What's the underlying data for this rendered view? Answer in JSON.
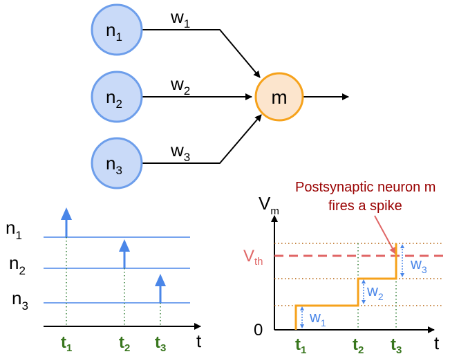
{
  "network": {
    "inputs": [
      {
        "base": "n",
        "sub": "1"
      },
      {
        "base": "n",
        "sub": "2"
      },
      {
        "base": "n",
        "sub": "3"
      }
    ],
    "weights": [
      {
        "base": "w",
        "sub": "1"
      },
      {
        "base": "w",
        "sub": "2"
      },
      {
        "base": "w",
        "sub": "3"
      }
    ],
    "output": "m"
  },
  "spikes": {
    "rows": [
      {
        "base": "n",
        "sub": "1"
      },
      {
        "base": "n",
        "sub": "2"
      },
      {
        "base": "n",
        "sub": "3"
      }
    ],
    "times": [
      {
        "base": "t",
        "sub": "1"
      },
      {
        "base": "t",
        "sub": "2"
      },
      {
        "base": "t",
        "sub": "3"
      }
    ],
    "x_axis": "t"
  },
  "potential": {
    "y_axis": {
      "base": "V",
      "sub": "m"
    },
    "threshold": {
      "base": "V",
      "sub": "th"
    },
    "origin": "0",
    "x_axis": "t",
    "times": [
      {
        "base": "t",
        "sub": "1"
      },
      {
        "base": "t",
        "sub": "2"
      },
      {
        "base": "t",
        "sub": "3"
      }
    ],
    "increments": [
      {
        "base": "w",
        "sub": "1"
      },
      {
        "base": "w",
        "sub": "2"
      },
      {
        "base": "w",
        "sub": "3"
      }
    ],
    "annotation": [
      "Postsynaptic neuron m",
      "fires a spike"
    ]
  },
  "colors": {
    "input_fill": "#c9daf8",
    "input_stroke": "#6d9eeb",
    "output_fill": "#fce5cd",
    "output_stroke": "#f6a21b",
    "spike": "#4a86e8",
    "time_label": "#38761d",
    "time_dots": "#2e7d32",
    "level_dots": "#b45f06",
    "threshold": "#e06666",
    "trace": "#f6a21b",
    "annotation": "#990000",
    "increment": "#4a86e8"
  }
}
